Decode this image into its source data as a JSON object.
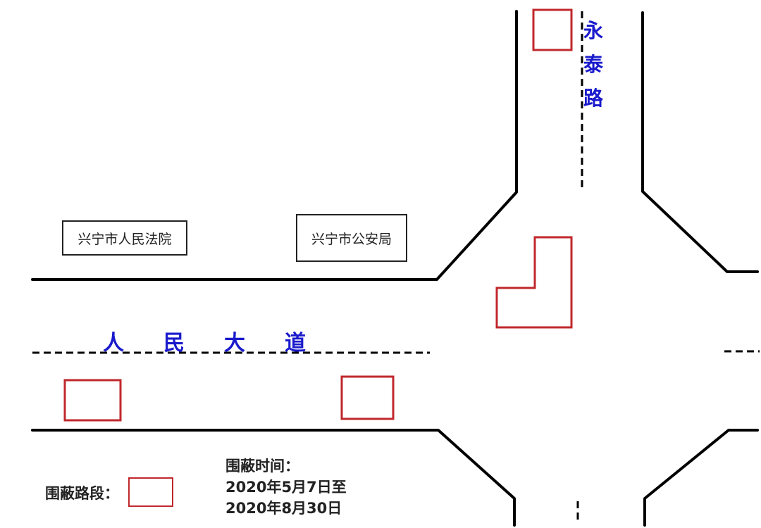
{
  "buildings": {
    "court": "兴宁市人民法院",
    "police": "兴宁市公安局"
  },
  "roads": {
    "main_chars": [
      "人",
      "民",
      "大",
      "道"
    ],
    "side_chars": [
      "永",
      "泰",
      "路"
    ]
  },
  "legend": {
    "label": "围蔽路段：",
    "time_title": "围蔽时间：",
    "time_line1": "2020年5月7日至",
    "time_line2": "2020年8月30日"
  },
  "colors": {
    "road_line": "#000000",
    "closure": "#c0282c",
    "road_label": "#1a1acc"
  }
}
